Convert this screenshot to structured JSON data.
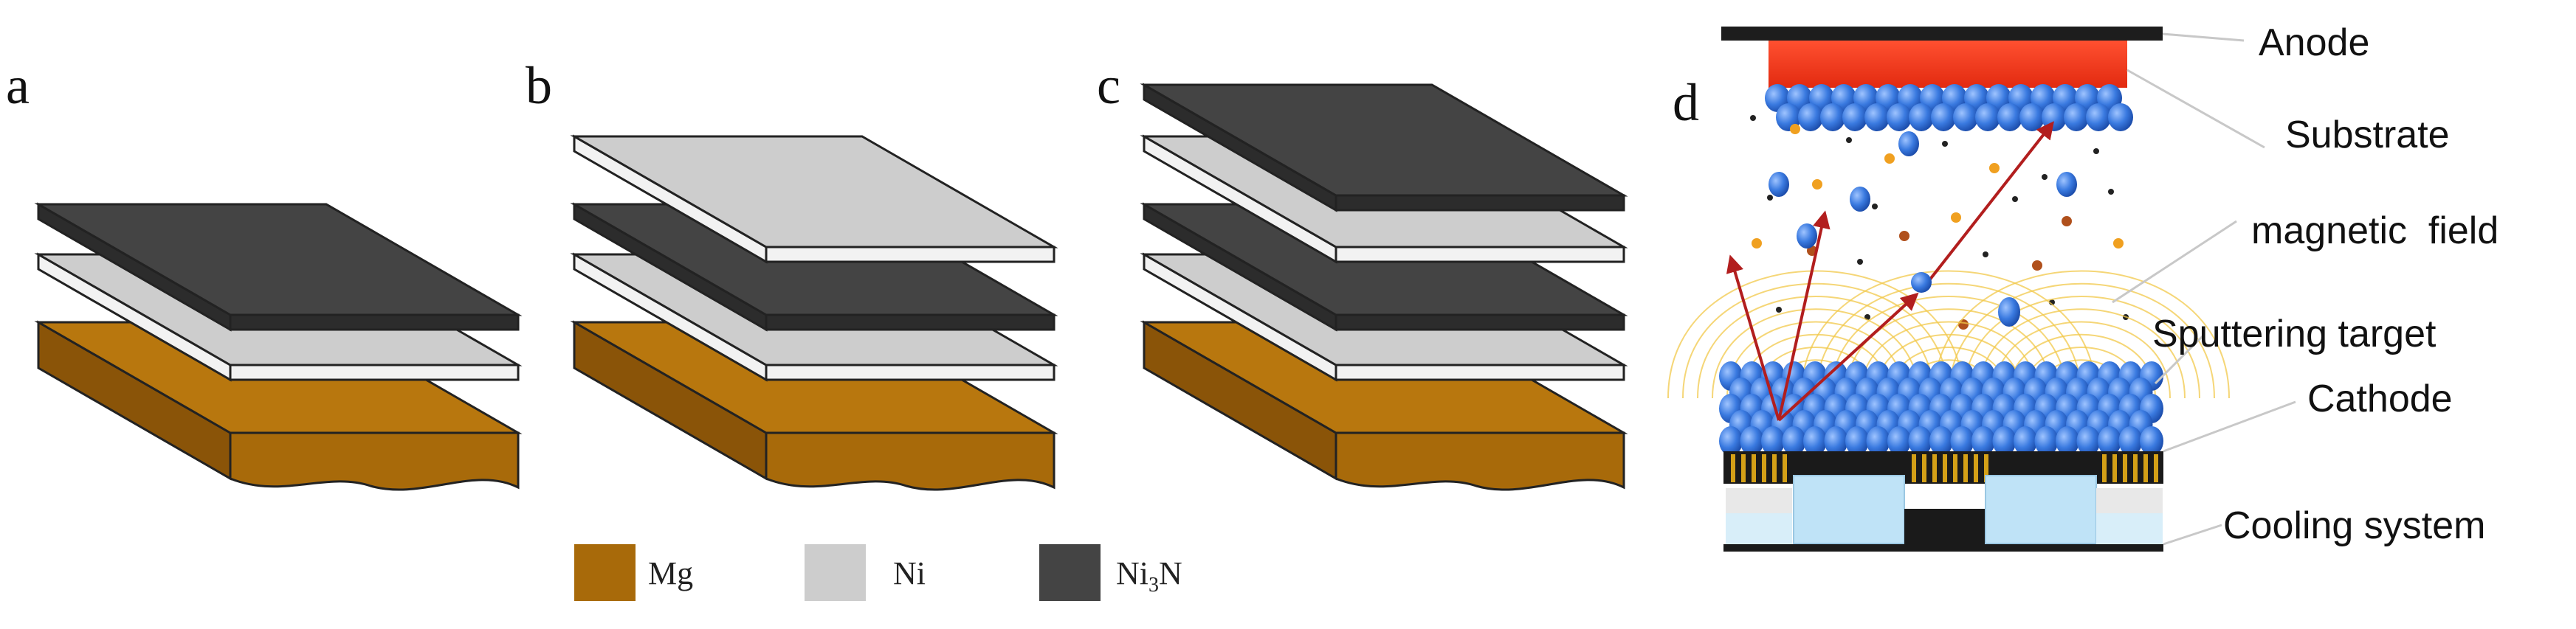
{
  "panels": [
    {
      "id": "a",
      "label": "a"
    },
    {
      "id": "b",
      "label": "b"
    },
    {
      "id": "c",
      "label": "c"
    },
    {
      "id": "d",
      "label": "d"
    }
  ],
  "legend": [
    {
      "key": "mg",
      "label": "Mg",
      "color": "#a86a0a"
    },
    {
      "key": "ni",
      "label": "Ni",
      "color": "#cdcdcd"
    },
    {
      "key": "ni3n",
      "label": "Ni",
      "sub": "3",
      "tail": "N",
      "color": "#444444"
    }
  ],
  "sputtering_labels": [
    {
      "key": "anode",
      "text": "Anode"
    },
    {
      "key": "substrate",
      "text": "Substrate"
    },
    {
      "key": "magnetic",
      "text": "magnetic  field"
    },
    {
      "key": "target",
      "text": "Sputtering target"
    },
    {
      "key": "cathode",
      "text": "Cathode"
    },
    {
      "key": "cooling",
      "text": "Cooling system"
    }
  ],
  "colors": {
    "mg_side": "#a86a0a",
    "mg_top": "#b8770e",
    "ni_top": "#cdcdcd",
    "ni_side": "#f2f2f2",
    "ni3n_top": "#444444",
    "ni3n_side": "#2c2c2c",
    "anode": "#1d1d1d",
    "substrate": "#f03a1e",
    "atom": "#2f6bd1",
    "cooling": "#bfe3f7"
  }
}
